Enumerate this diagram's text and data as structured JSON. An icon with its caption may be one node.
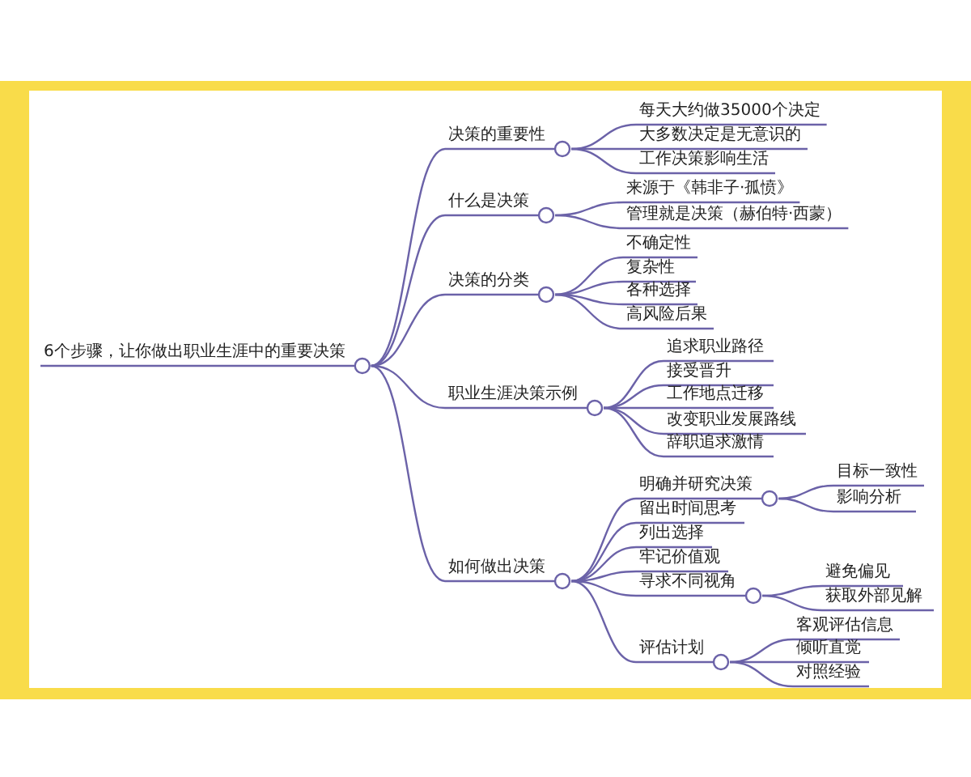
{
  "diagram": {
    "nodes": [
      {
        "text": [
          "6个步骤，让你做出职业生涯中的重要决策"
        ]
      },
      {
        "text": [
          "决策的重要性"
        ]
      },
      {
        "text": [
          "每天大约做35000个决定"
        ]
      },
      {
        "text": [
          "大多数决定是无意识的"
        ]
      },
      {
        "text": [
          "工作决策影响生活"
        ]
      },
      {
        "text": [
          "什么是决策"
        ]
      },
      {
        "text": [
          "来源于《韩非子·孤愤》"
        ]
      },
      {
        "text": [
          "管理就是决策（赫伯特·西蒙）"
        ]
      },
      {
        "text": [
          "决策的分类"
        ]
      },
      {
        "text": [
          "不确定性"
        ]
      },
      {
        "text": [
          "复杂性"
        ]
      },
      {
        "text": [
          "各种选择"
        ]
      },
      {
        "text": [
          "高风险后果"
        ]
      },
      {
        "text": [
          "职业生涯决策示例"
        ]
      },
      {
        "text": [
          "追求职业路径"
        ]
      },
      {
        "text": [
          "接受晋升"
        ]
      },
      {
        "text": [
          "工作地点迁移"
        ]
      },
      {
        "text": [
          "改变职业发展路线"
        ]
      },
      {
        "text": [
          "辞职追求激情"
        ]
      },
      {
        "text": [
          "如何做出决策"
        ]
      },
      {
        "text": [
          "明确并研究决策"
        ]
      },
      {
        "text": [
          "目标一致性"
        ]
      },
      {
        "text": [
          "影响分析"
        ]
      },
      {
        "text": [
          "留出时间思考"
        ]
      },
      {
        "text": [
          "列出选择"
        ]
      },
      {
        "text": [
          "牢记价值观"
        ]
      },
      {
        "text": [
          "寻求不同视角"
        ]
      },
      {
        "text": [
          "避免偏见"
        ]
      },
      {
        "text": [
          "获取外部见解"
        ]
      },
      {
        "text": [
          "评估计划"
        ]
      },
      {
        "text": [
          "客观评估信息"
        ]
      },
      {
        "text": [
          "倾听直觉"
        ]
      },
      {
        "text": [
          "对照经验"
        ]
      }
    ],
    "edges": [
      {
        "from": 0,
        "to": 1,
        "arrow": "none"
      },
      {
        "from": 1,
        "to": 2,
        "arrow": "none"
      },
      {
        "from": 1,
        "to": 3,
        "arrow": "none"
      },
      {
        "from": 1,
        "to": 4,
        "arrow": "none"
      },
      {
        "from": 0,
        "to": 5,
        "arrow": "none"
      },
      {
        "from": 5,
        "to": 6,
        "arrow": "none"
      },
      {
        "from": 5,
        "to": 7,
        "arrow": "none"
      },
      {
        "from": 0,
        "to": 8,
        "arrow": "none"
      },
      {
        "from": 8,
        "to": 9,
        "arrow": "none"
      },
      {
        "from": 8,
        "to": 10,
        "arrow": "none"
      },
      {
        "from": 8,
        "to": 11,
        "arrow": "none"
      },
      {
        "from": 8,
        "to": 12,
        "arrow": "none"
      },
      {
        "from": 0,
        "to": 13,
        "arrow": "none"
      },
      {
        "from": 13,
        "to": 14,
        "arrow": "none"
      },
      {
        "from": 13,
        "to": 15,
        "arrow": "none"
      },
      {
        "from": 13,
        "to": 16,
        "arrow": "none"
      },
      {
        "from": 13,
        "to": 17,
        "arrow": "none"
      },
      {
        "from": 13,
        "to": 18,
        "arrow": "none"
      },
      {
        "from": 0,
        "to": 19,
        "arrow": "none"
      },
      {
        "from": 19,
        "to": 20,
        "arrow": "none"
      },
      {
        "from": 20,
        "to": 21,
        "arrow": "none"
      },
      {
        "from": 20,
        "to": 22,
        "arrow": "none"
      },
      {
        "from": 19,
        "to": 23,
        "arrow": "none"
      },
      {
        "from": 19,
        "to": 24,
        "arrow": "none"
      },
      {
        "from": 19,
        "to": 25,
        "arrow": "none"
      },
      {
        "from": 19,
        "to": 26,
        "arrow": "none"
      },
      {
        "from": 26,
        "to": 27,
        "arrow": "none"
      },
      {
        "from": 26,
        "to": 28,
        "arrow": "none"
      },
      {
        "from": 19,
        "to": 29,
        "arrow": "none"
      },
      {
        "from": 29,
        "to": 30,
        "arrow": "none"
      },
      {
        "from": 29,
        "to": 31,
        "arrow": "none"
      },
      {
        "from": 29,
        "to": 32,
        "arrow": "none"
      }
    ]
  }
}
